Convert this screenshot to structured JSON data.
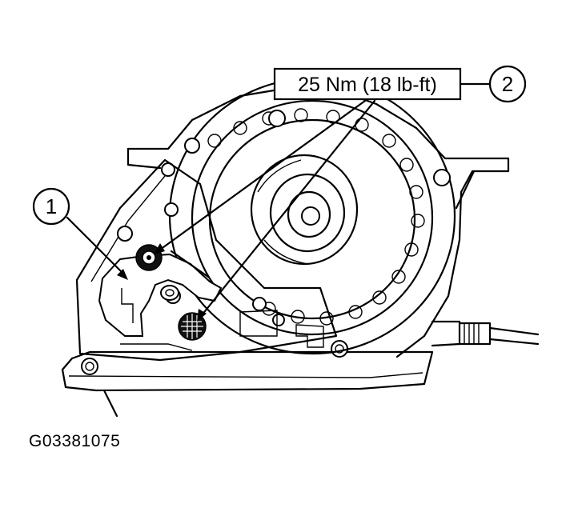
{
  "callouts": [
    {
      "number": "1"
    },
    {
      "number": "2"
    }
  ],
  "torque_spec": "25 Nm (18 lb-ft)",
  "figure_id": "G03381075"
}
